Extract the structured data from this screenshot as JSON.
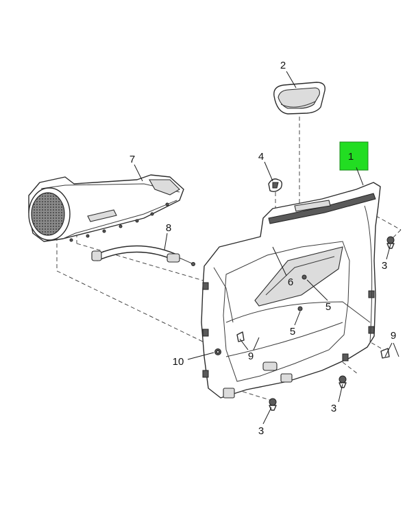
{
  "callouts": {
    "c1": "1",
    "c2": "2",
    "c3a": "3",
    "c3b": "3",
    "c3c": "3",
    "c4": "4",
    "c5a": "5",
    "c5b": "5",
    "c6": "6",
    "c7": "7",
    "c8": "8",
    "c9a": "9",
    "c9b": "9",
    "c10": "10"
  },
  "colors": {
    "highlight": "#22dd22"
  }
}
